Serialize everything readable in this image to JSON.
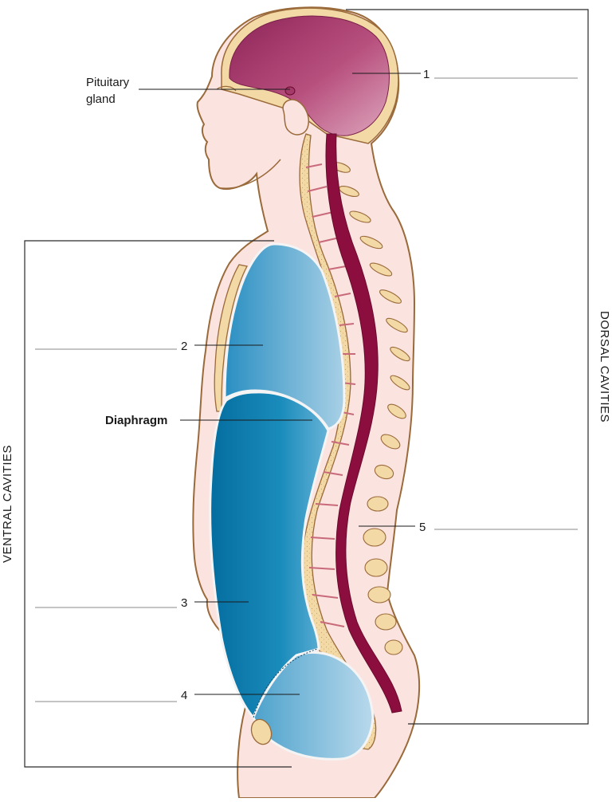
{
  "labels": {
    "pituitary_line1": "Pituitary",
    "pituitary_line2": "gland",
    "diaphragm": "Diaphragm",
    "n1": "1",
    "n2": "2",
    "n3": "3",
    "n4": "4",
    "n5": "5"
  },
  "brackets": {
    "dorsal": "DORSAL CAVITIES",
    "ventral": "VENTRAL CAVITIES"
  },
  "colors": {
    "skin": "#fbe3e0",
    "outline": "#9a6a3a",
    "brain": "#a43a6a",
    "spinal_cord": "#8c0e3e",
    "vertebra": "#f3d9a6",
    "thoracic": "#3a98c8",
    "abdominal": "#0d78ad",
    "pelvic": "#7fb8da"
  }
}
